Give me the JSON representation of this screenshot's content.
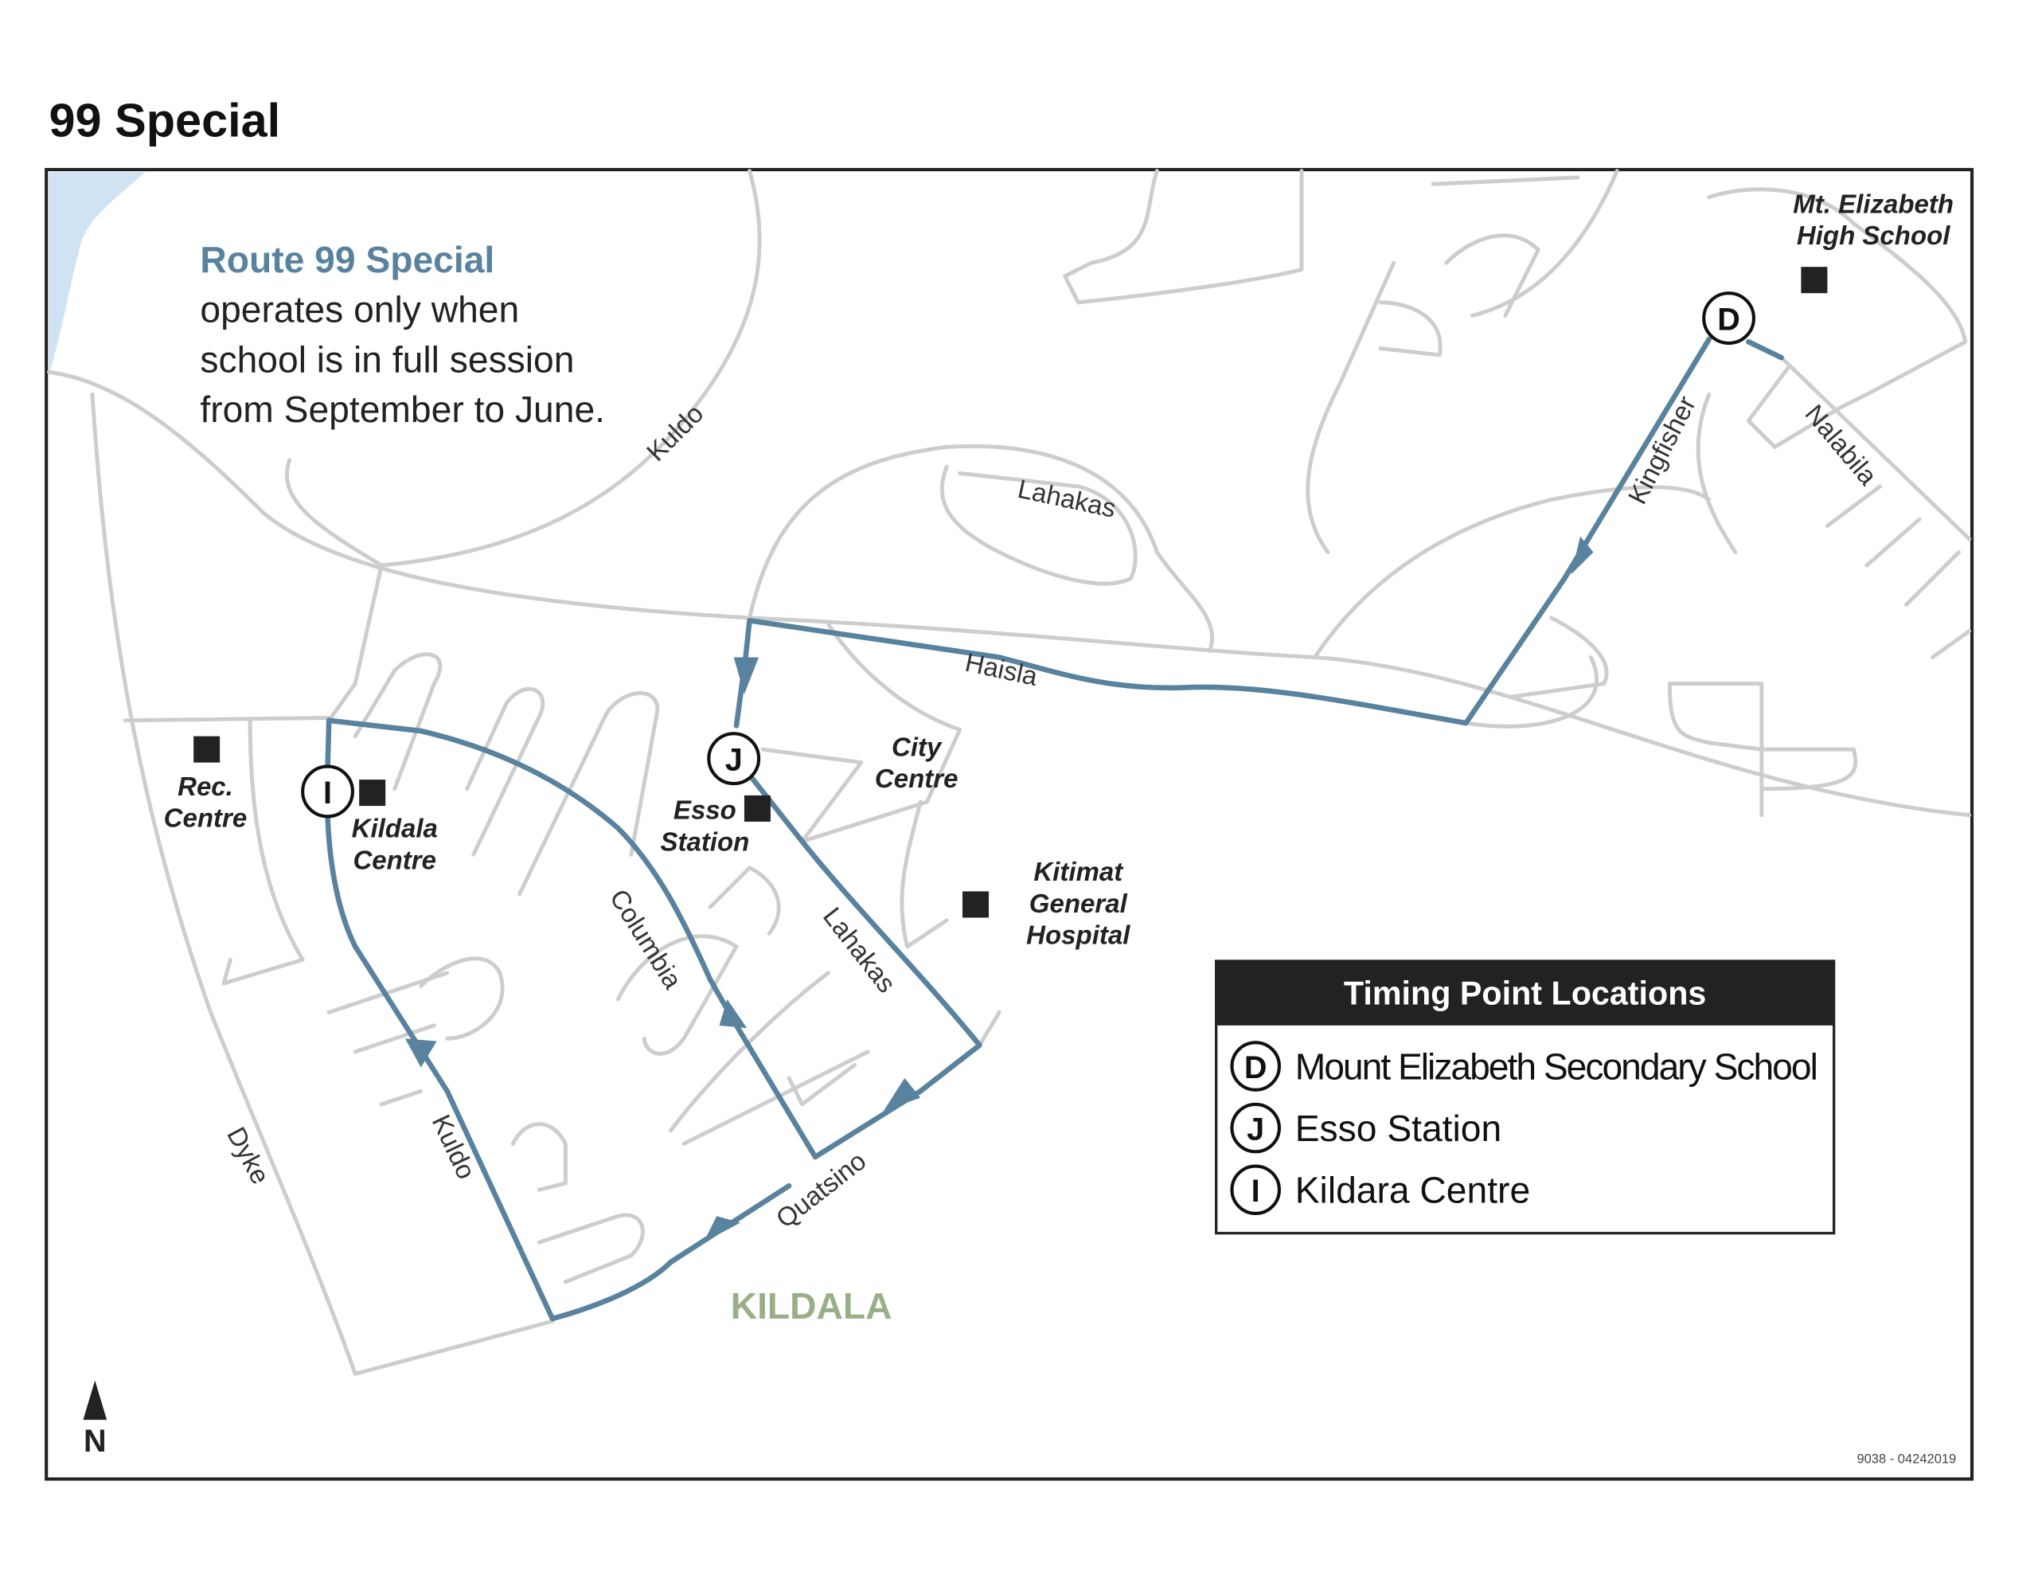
{
  "title": "99 Special",
  "notice": {
    "heading": "Route 99 Special",
    "lines": [
      "operates only when",
      "school is in full session",
      "from September to June."
    ]
  },
  "streets": {
    "kuldo_north": "Kuldo",
    "lahakas_north": "Lahakas",
    "haisla": "Haisla",
    "kingfisher": "Kingfisher",
    "nalabila": "Nalabila",
    "columbia": "Columbia",
    "lahakas_south": "Lahakas",
    "quatsino": "Quatsino",
    "kuldo_south": "Kuldo",
    "dyke": "Dyke"
  },
  "places": {
    "mt_elizabeth": [
      "Mt. Elizabeth",
      "High School"
    ],
    "rec_centre": [
      "Rec.",
      "Centre"
    ],
    "kildala_centre": [
      "Kildala",
      "Centre"
    ],
    "esso_station": [
      "Esso",
      "Station"
    ],
    "city_centre": [
      "City",
      "Centre"
    ],
    "hospital": [
      "Kitimat",
      "General",
      "Hospital"
    ]
  },
  "neighbourhood": "KILDALA",
  "timing_points": [
    {
      "letter": "D",
      "name": "Mount Elizabeth Secondary School"
    },
    {
      "letter": "J",
      "name": "Esso Station"
    },
    {
      "letter": "I",
      "name": "Kildara Centre"
    }
  ],
  "legend_title": "Timing Point Locations",
  "north_label": "N",
  "doc_code": "9038 - 04242019",
  "colors": {
    "route": "#58829e",
    "road": "#cdcdcd",
    "water": "#cfe3f2",
    "neighbourhood": "#9aae88"
  }
}
